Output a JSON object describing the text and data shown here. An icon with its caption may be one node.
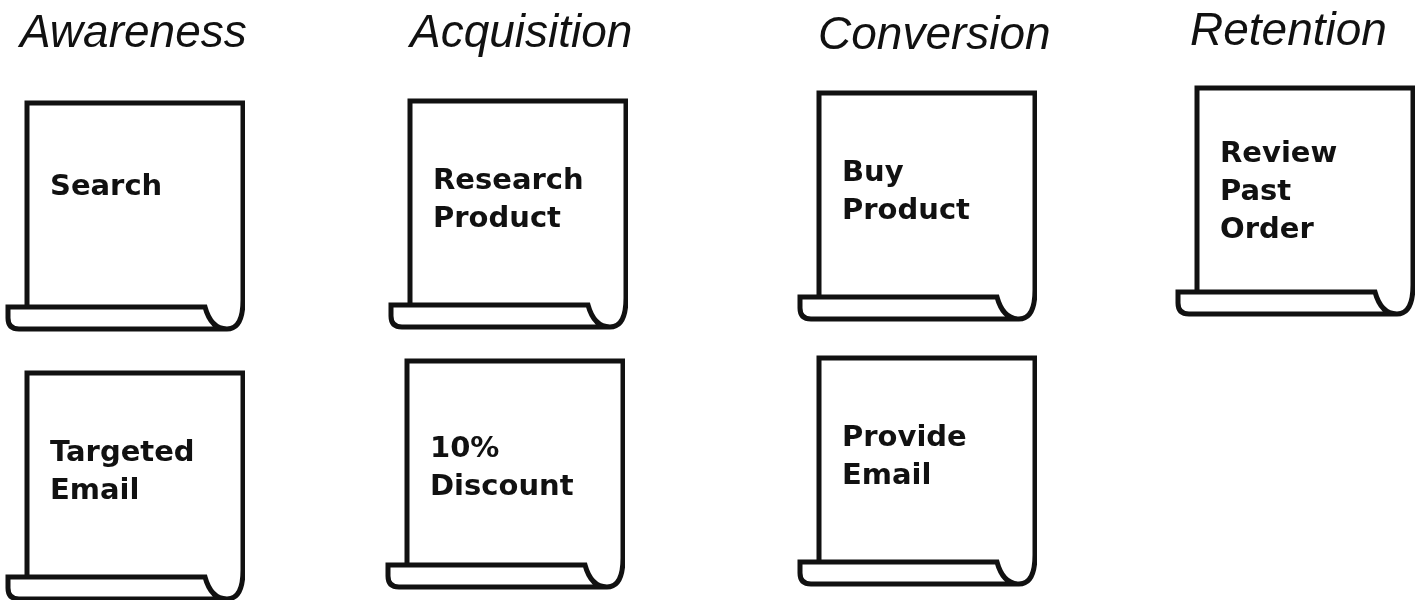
{
  "diagram": {
    "nodes": [
      {
        "text": [
          "Search"
        ]
      },
      {
        "text": [
          "Research Product"
        ]
      },
      {
        "text": [
          "Buy Product"
        ]
      },
      {
        "text": [
          "Review Past Order"
        ]
      },
      {
        "text": [
          "Targeted Email"
        ]
      },
      {
        "text": [
          "10% Discount"
        ]
      },
      {
        "text": [
          "Provide Email"
        ]
      }
    ],
    "labels": [
      "Awareness",
      "Acquisition",
      "Conversion",
      "Retention"
    ]
  }
}
